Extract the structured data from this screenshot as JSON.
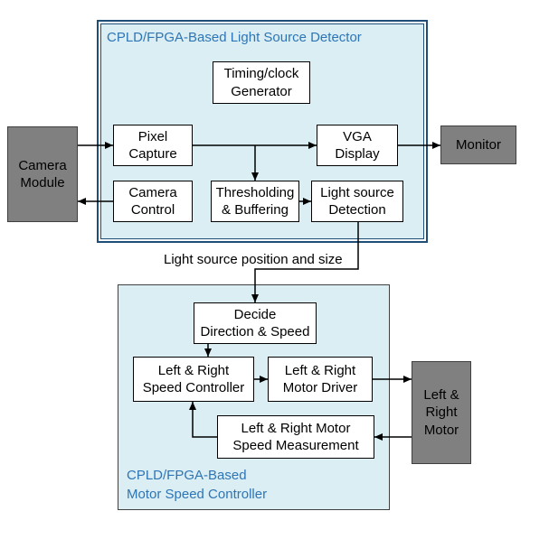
{
  "detector": {
    "title": "CPLD/FPGA-Based Light Source Detector",
    "nodes": {
      "timing_generator": "Timing/clock\nGenerator",
      "pixel_capture": "Pixel\nCapture",
      "vga_display": "VGA\nDisplay",
      "camera_control": "Camera\nControl",
      "thresholding_buffering": "Thresholding\n& Buffering",
      "light_source_detection": "Light source\nDetection"
    }
  },
  "motor_controller": {
    "title": "CPLD/FPGA-Based\nMotor Speed Controller",
    "nodes": {
      "decide_direction_speed": "Decide\nDirection & Speed",
      "speed_controller": "Left & Right\nSpeed Controller",
      "motor_driver": "Left & Right\nMotor Driver",
      "speed_measurement": "Left & Right Motor\nSpeed Measurement"
    }
  },
  "external": {
    "camera_module": "Camera\nModule",
    "monitor": "Monitor",
    "left_right_motor": "Left &\nRight\nMotor"
  },
  "labels": {
    "signal_label": "Light source position and size"
  },
  "colors": {
    "container_fill": "#DAEEF3",
    "detector_border": "#1F4E79",
    "motor_border": "#404040",
    "title_text": "#2E75B6",
    "external_fill": "#808080",
    "node_fill": "#FFFFFF",
    "node_border": "#000000",
    "arrow": "#000000"
  }
}
